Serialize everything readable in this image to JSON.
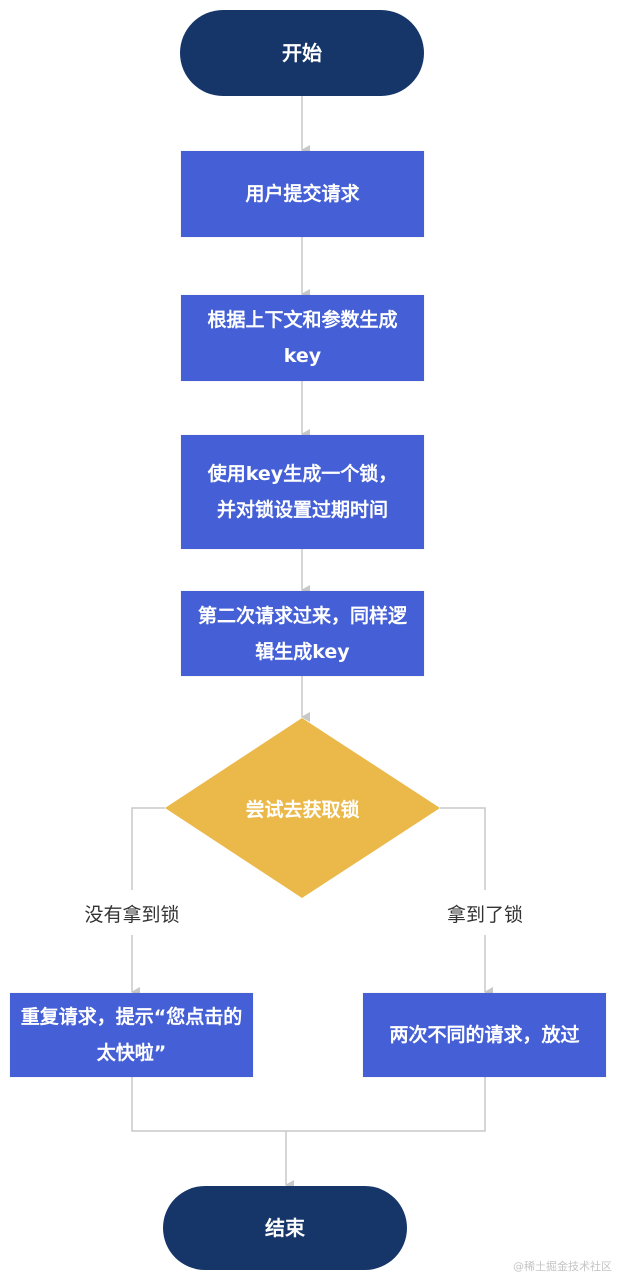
{
  "diagram": {
    "type": "flowchart",
    "colors": {
      "terminator": "#16366a",
      "process": "#4560d6",
      "decision": "#ebb84a",
      "connector": "#c8c8c8",
      "text_on_shape": "#ffffff",
      "edge_label": "#333333"
    },
    "nodes": {
      "start": {
        "type": "terminator",
        "label": "开始"
      },
      "submit": {
        "type": "process",
        "label": "用户提交请求"
      },
      "gen_key": {
        "type": "process",
        "label": "根据上下文和参数生成key"
      },
      "lock": {
        "type": "process",
        "label": "使用key生成一个锁，并对锁设置过期时间"
      },
      "second": {
        "type": "process",
        "label": "第二次请求过来，同样逻辑生成key"
      },
      "try_lock": {
        "type": "decision",
        "label": "尝试去获取锁"
      },
      "repeat": {
        "type": "process",
        "label": "重复请求，提示“您点击的太快啦”"
      },
      "pass": {
        "type": "process",
        "label": "两次不同的请求，放过"
      },
      "end": {
        "type": "terminator",
        "label": "结束"
      }
    },
    "edges": [
      {
        "from": "start",
        "to": "submit",
        "label": ""
      },
      {
        "from": "submit",
        "to": "gen_key",
        "label": ""
      },
      {
        "from": "gen_key",
        "to": "lock",
        "label": ""
      },
      {
        "from": "lock",
        "to": "second",
        "label": ""
      },
      {
        "from": "second",
        "to": "try_lock",
        "label": ""
      },
      {
        "from": "try_lock",
        "to": "repeat",
        "label": "没有拿到锁"
      },
      {
        "from": "try_lock",
        "to": "pass",
        "label": "拿到了锁"
      },
      {
        "from": "repeat",
        "to": "end",
        "label": ""
      },
      {
        "from": "pass",
        "to": "end",
        "label": ""
      }
    ],
    "edge_labels": {
      "no_lock": "没有拿到锁",
      "got_lock": "拿到了锁"
    }
  },
  "watermark": "@稀土掘金技术社区"
}
